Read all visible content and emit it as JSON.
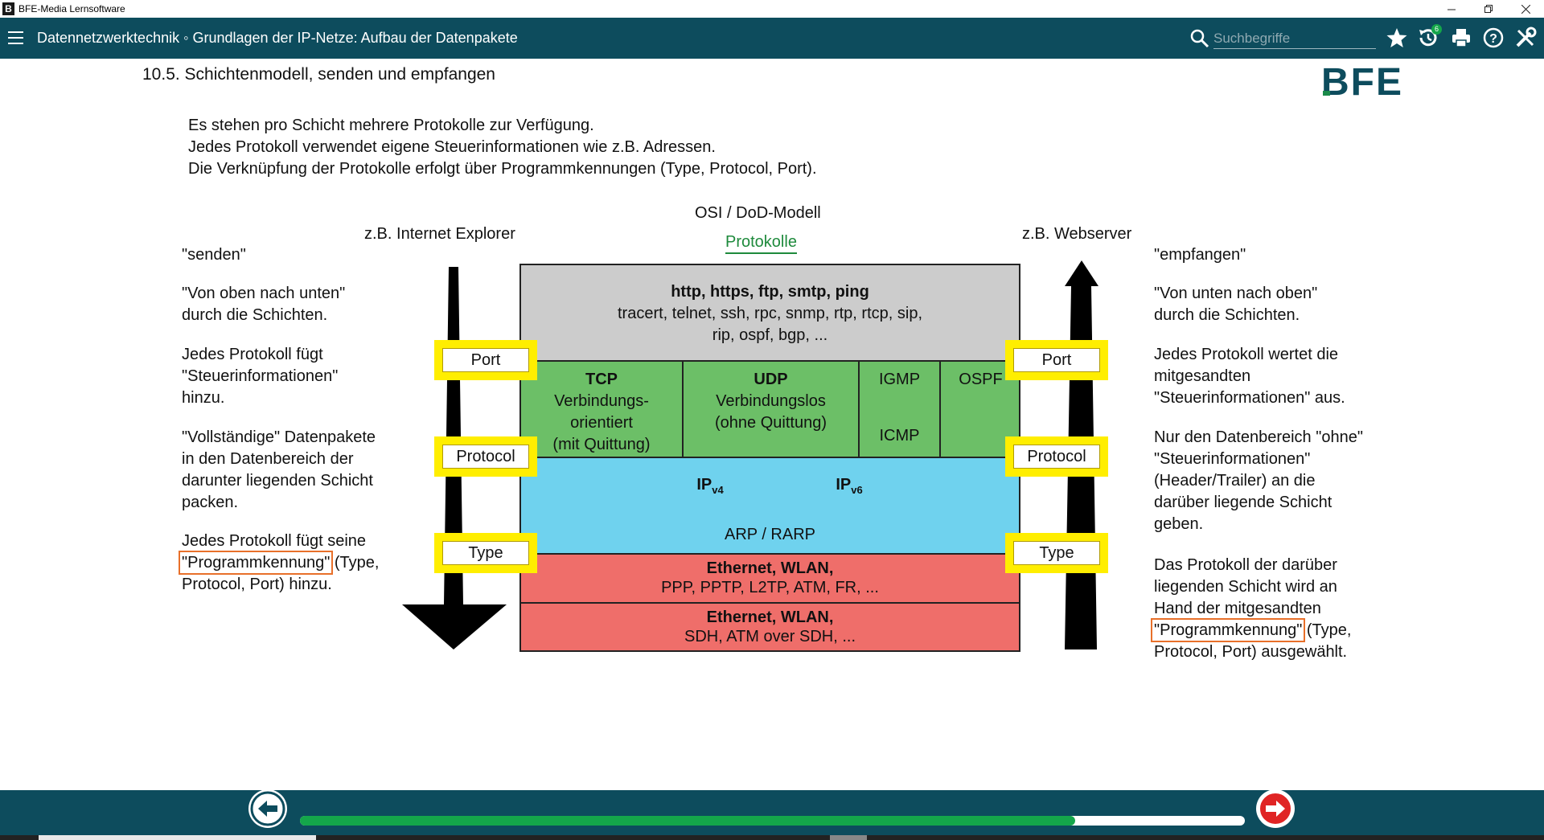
{
  "window": {
    "title": "BFE-Media Lernsoftware",
    "app_icon_letter": "B"
  },
  "header": {
    "course_title": "Datennetzwerktechnik ◦ Grundlagen der IP-Netze: Aufbau der Datenpakete",
    "search_placeholder": "Suchbegriffe",
    "notification_count": "6"
  },
  "page": {
    "section_title": "10.5. Schichtenmodell, senden und empfangen",
    "logo_text": "BFE",
    "intro": [
      "Es stehen pro Schicht mehrere Protokolle zur Verfügung.",
      "Jedes Protokoll verwendet eigene Steuerinformationen wie z.B. Adressen.",
      "Die Verknüpfung der Protokolle erfolgt über Programmkennungen (Type, Protocol, Port)."
    ]
  },
  "diagram": {
    "model_title": "OSI / DoD-Modell",
    "protocols_link": "Protokolle",
    "left_caption": "z.B. Internet Explorer",
    "right_caption": "z.B. Webserver",
    "app_layer": {
      "bold": "http, https, ftp, smtp, ping",
      "line2": "tracert, telnet, ssh, rpc, snmp, rtp, rtcp, sip,",
      "line3": "rip, ospf, bgp, ..."
    },
    "tcp": {
      "name": "TCP",
      "l1": "Verbindungs-",
      "l2": "orientiert",
      "l3": "(mit Quittung)"
    },
    "udp": {
      "name": "UDP",
      "l1": "Verbindungslos",
      "l2": "(ohne Quittung)"
    },
    "igmp": "IGMP",
    "icmp": "ICMP",
    "ospf": "OSPF",
    "ipv4": {
      "base": "IP",
      "sub": "v4"
    },
    "ipv6": {
      "base": "IP",
      "sub": "v6"
    },
    "arp": "ARP / RARP",
    "link1": {
      "bold": "Ethernet, WLAN,",
      "line2": "PPP, PPTP, L2TP, ATM, FR, ..."
    },
    "link2": {
      "bold": "Ethernet, WLAN,",
      "line2": "SDH, ATM over SDH, ..."
    },
    "labels": {
      "port": "Port",
      "protocol": "Protocol",
      "type": "Type"
    },
    "colors": {
      "app": "#cccccc",
      "transport": "#6cbf67",
      "network": "#6fd2ee",
      "link": "#ef6e6a",
      "highlight": "#ffee00",
      "accent_orange": "#e8702a",
      "header_bg": "#0d4c5d",
      "logo_green": "#1a8a4a"
    }
  },
  "left_text": {
    "heading": "\"senden\"",
    "p1": [
      "\"Von oben nach unten\"",
      "durch die Schichten."
    ],
    "p2": [
      "Jedes Protokoll fügt",
      "\"Steuerinformationen\"",
      "hinzu."
    ],
    "p3": [
      "\"Vollständige\" Datenpakete",
      "in den Datenbereich der",
      "darunter liegenden Schicht",
      "packen."
    ],
    "p4_line1": "Jedes Protokoll fügt seine",
    "p4_highlight": "\"Programmkennung\"",
    "p4_after": " (Type,",
    "p4_line3": "Protocol, Port) hinzu."
  },
  "right_text": {
    "heading": "\"empfangen\"",
    "p1": [
      "\"Von unten nach oben\"",
      "durch die Schichten."
    ],
    "p2": [
      "Jedes Protokoll wertet die",
      "mitgesandten",
      "\"Steuerinformationen\" aus."
    ],
    "p3": [
      "Nur den Datenbereich \"ohne\"",
      "\"Steuerinformationen\"",
      "(Header/Trailer) an die",
      "darüber liegende Schicht",
      "geben."
    ],
    "p4": [
      "Das Protokoll der darüber",
      "liegenden Schicht wird an",
      "Hand der mitgesandten"
    ],
    "p4_highlight": "\"Programmkennung\"",
    "p4_after": " (Type,",
    "p4_last": "Protocol, Port) ausgewählt."
  },
  "footer": {
    "progress_fraction": 0.82
  }
}
